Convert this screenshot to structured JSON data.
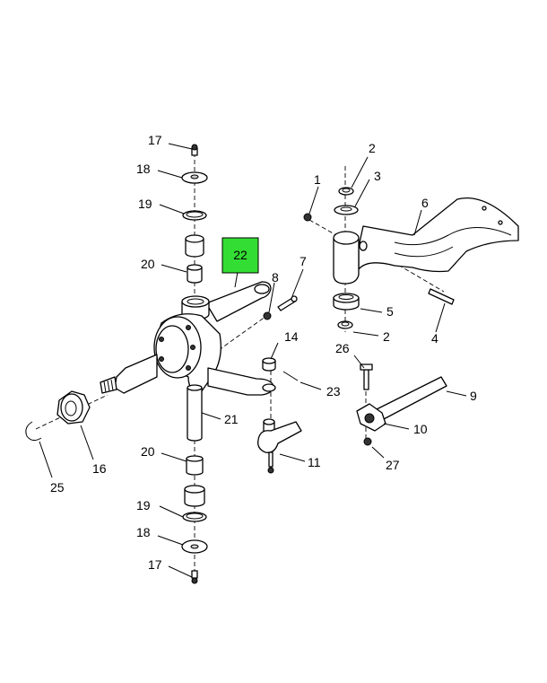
{
  "callouts": {
    "c1": "1",
    "c2a": "2",
    "c2b": "2",
    "c3": "3",
    "c4": "4",
    "c5": "5",
    "c6": "6",
    "c7": "7",
    "c8": "8",
    "c9": "9",
    "c10": "10",
    "c11": "11",
    "c14": "14",
    "c16": "16",
    "c17a": "17",
    "c17b": "17",
    "c18a": "18",
    "c18b": "18",
    "c19a": "19",
    "c19b": "19",
    "c20a": "20",
    "c20b": "20",
    "c21": "21",
    "c22": "22",
    "c23": "23",
    "c25": "25",
    "c26": "26",
    "c27": "27"
  },
  "highlight": {
    "label": "22",
    "color": "#33dd33"
  }
}
